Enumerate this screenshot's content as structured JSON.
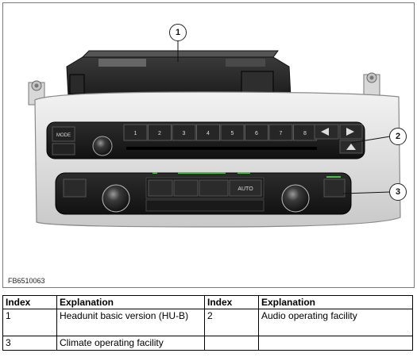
{
  "figure": {
    "id_label": "FB6510063",
    "callouts": [
      "1",
      "2",
      "3"
    ],
    "radio_buttons": {
      "mode": "MODE",
      "presets": [
        "1",
        "2",
        "3",
        "4",
        "5",
        "6",
        "7",
        "8"
      ],
      "auto": "AUTO"
    }
  },
  "legend": {
    "headers": [
      "Index",
      "Explanation",
      "Index",
      "Explanation"
    ],
    "rows": [
      [
        "1",
        "Headunit basic version (HU-B)",
        "2",
        "Audio operating facility"
      ],
      [
        "3",
        "Climate operating facility",
        "",
        ""
      ]
    ]
  }
}
